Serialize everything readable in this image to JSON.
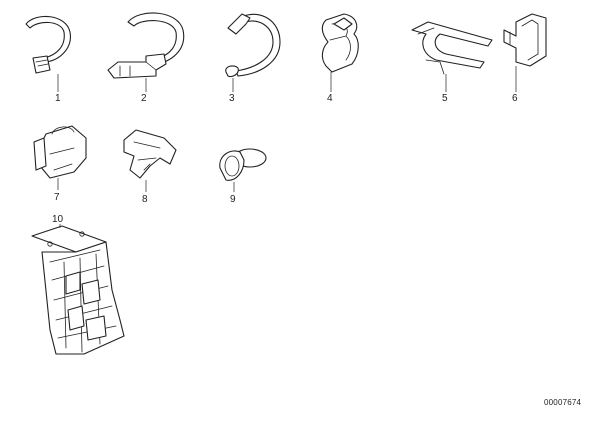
{
  "parts": [
    {
      "id": "part-1",
      "label": "1"
    },
    {
      "id": "part-2",
      "label": "2"
    },
    {
      "id": "part-3",
      "label": "3"
    },
    {
      "id": "part-4",
      "label": "4"
    },
    {
      "id": "part-5",
      "label": "5"
    },
    {
      "id": "part-6",
      "label": "6"
    },
    {
      "id": "part-7",
      "label": "7"
    },
    {
      "id": "part-8",
      "label": "8"
    },
    {
      "id": "part-9",
      "label": "9"
    },
    {
      "id": "part-10",
      "label": "10"
    }
  ],
  "document_number": "00007674"
}
